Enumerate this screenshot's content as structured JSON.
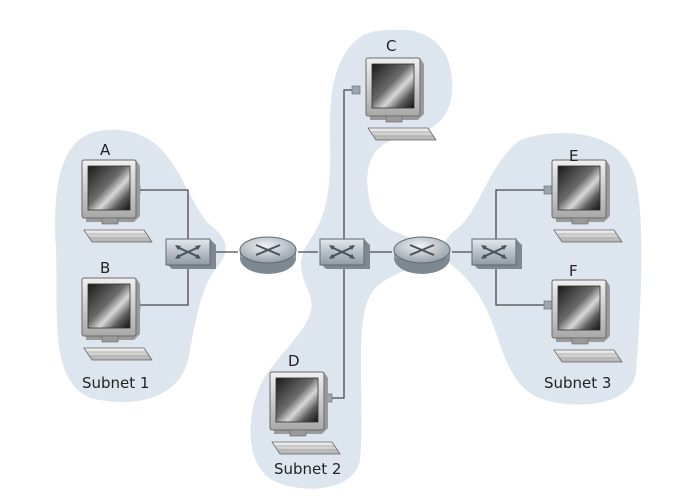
{
  "hosts": {
    "a": "A",
    "b": "B",
    "c": "C",
    "d": "D",
    "e": "E",
    "f": "F"
  },
  "subnets": {
    "s1": "Subnet 1",
    "s2": "Subnet 2",
    "s3": "Subnet 3"
  },
  "colors": {
    "region": "#dde6ef",
    "link": "#4a4a4a",
    "device": "#b9c3cc"
  }
}
